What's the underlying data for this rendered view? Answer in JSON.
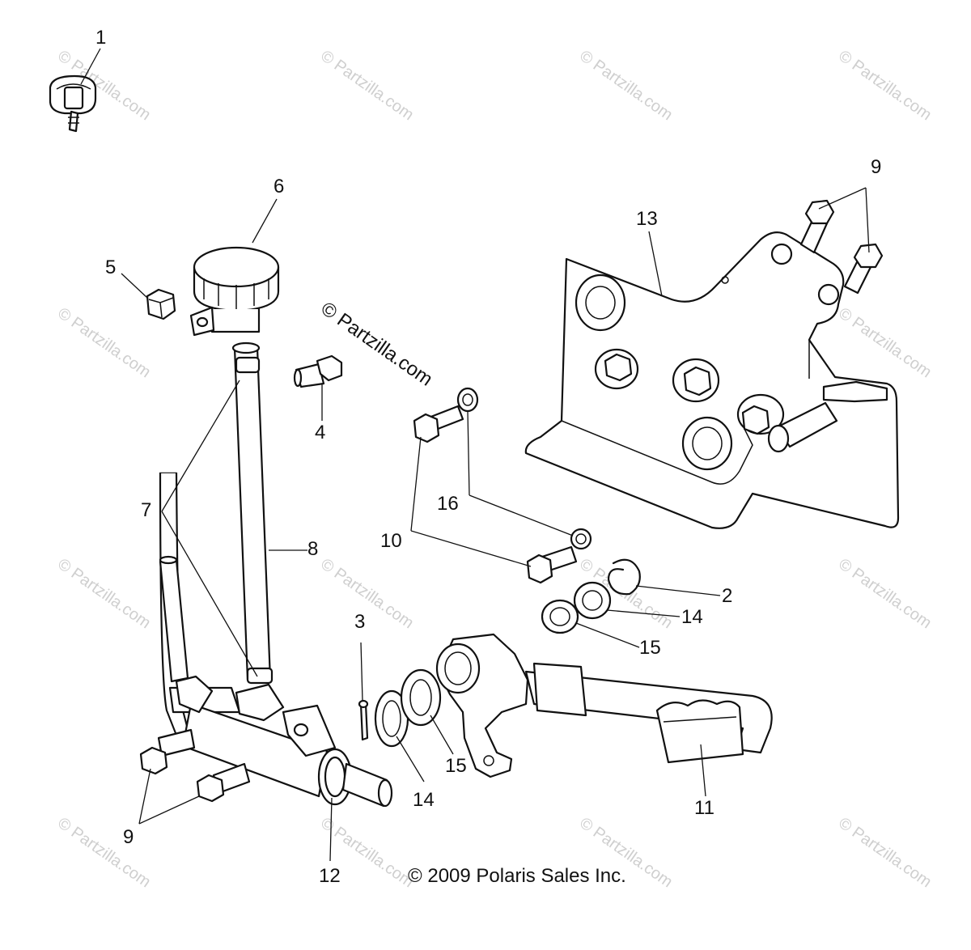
{
  "diagram": {
    "copyright": "© 2009 Polaris Sales Inc.",
    "center_watermark": "© Partzilla.com",
    "watermark_text": "© Partzilla.com",
    "callouts": [
      "1",
      "2",
      "3",
      "4",
      "5",
      "6",
      "7",
      "8",
      "9",
      "9",
      "10",
      "11",
      "12",
      "13",
      "14",
      "14",
      "15",
      "15",
      "16"
    ]
  }
}
